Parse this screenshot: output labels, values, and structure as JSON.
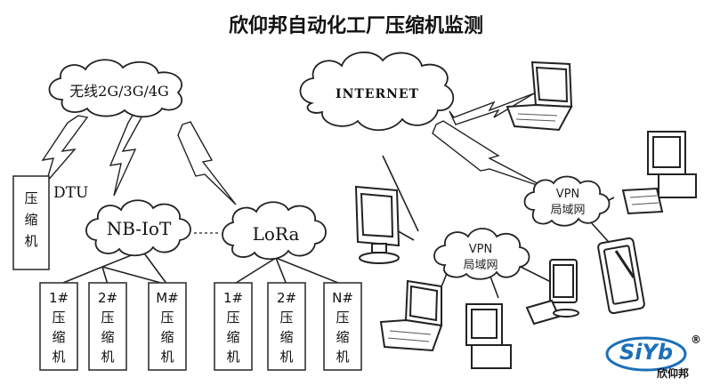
{
  "title": "欣仰邦自动化工厂压缩机监测",
  "clouds": {
    "wireless": "无线2G/3G/4G",
    "internet": "INTERNET",
    "nbiot": "NB-IoT",
    "lora": "LoRa",
    "vpn_right": [
      "VPN",
      "局域网"
    ],
    "vpn_center": [
      "VPN",
      "局域网"
    ]
  },
  "dtu_label": "DTU",
  "standalone_compressor": [
    "压",
    "缩",
    "机"
  ],
  "nbiot_compressors": [
    [
      "1#",
      "压",
      "缩",
      "机"
    ],
    [
      "2#",
      "压",
      "缩",
      "机"
    ],
    [
      "M#",
      "压",
      "缩",
      "机"
    ]
  ],
  "lora_compressors": [
    [
      "1#",
      "压",
      "缩",
      "机"
    ],
    [
      "2#",
      "压",
      "缩",
      "机"
    ],
    [
      "N#",
      "压",
      "缩",
      "机"
    ]
  ],
  "logo": {
    "mark": "SiYb",
    "registered": "®",
    "brand_name": "欣仰邦",
    "accent_color": "#1c6fb8"
  }
}
